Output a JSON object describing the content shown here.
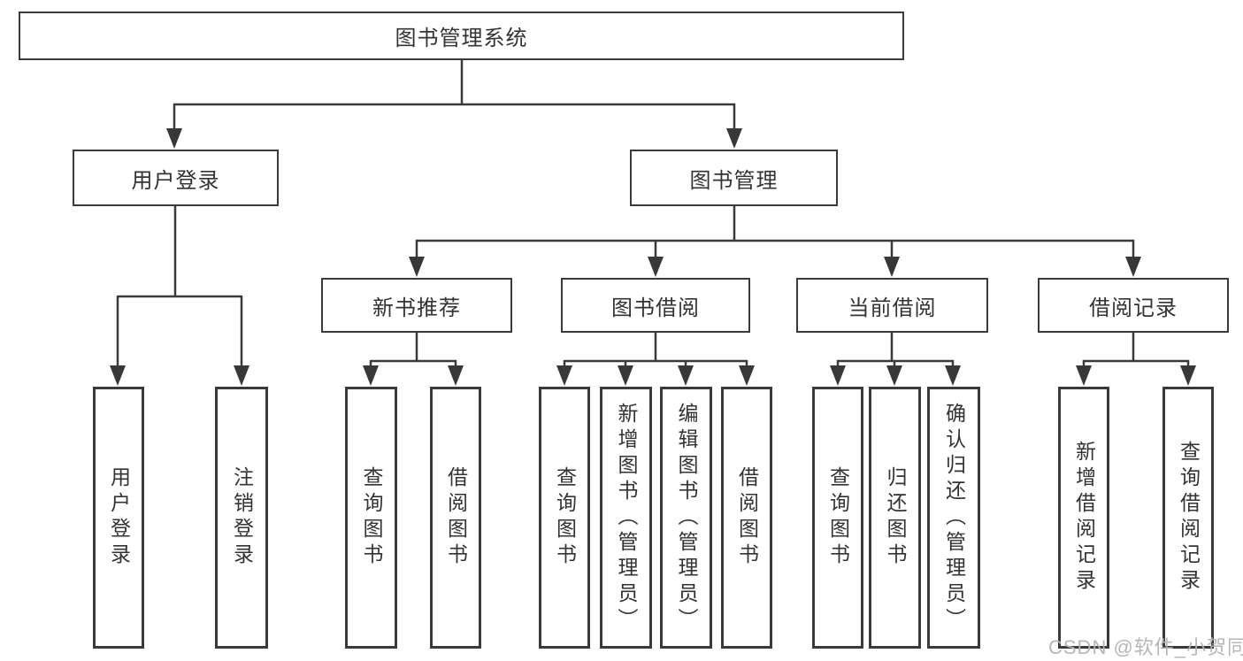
{
  "diagram_title": "图书管理系统",
  "colors": {
    "line": "#3a3a3a",
    "text": "#333333",
    "background": "#ffffff",
    "watermark": "#b2b2b2"
  },
  "tree": {
    "root": "图书管理系统",
    "branches": [
      {
        "label": "用户登录",
        "children": [
          "用户登录",
          "注销登录"
        ]
      },
      {
        "label": "图书管理",
        "children": [
          {
            "label": "新书推荐",
            "children": [
              "查询图书",
              "借阅图书"
            ]
          },
          {
            "label": "图书借阅",
            "children": [
              "查询图书",
              "新增图书（管理员）",
              "编辑图书（管理员）",
              "借阅图书"
            ]
          },
          {
            "label": "当前借阅",
            "children": [
              "查询图书",
              "归还图书",
              "确认归还（管理员）"
            ]
          },
          {
            "label": "借阅记录",
            "children": [
              "新增借阅记录",
              "查询借阅记录"
            ]
          }
        ]
      }
    ]
  },
  "watermark": "CSDN @软件_小贺同学"
}
